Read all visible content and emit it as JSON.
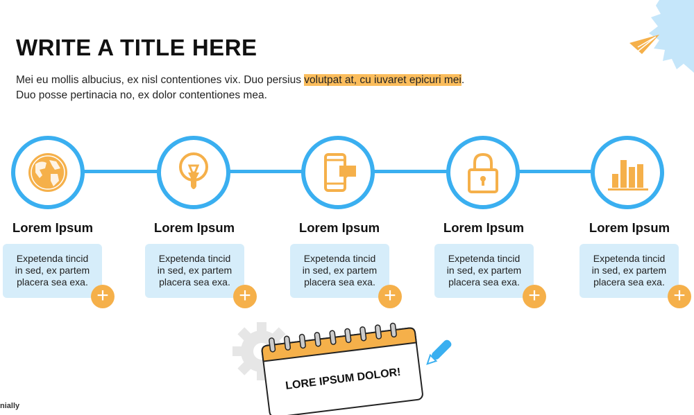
{
  "header": {
    "title": "WRITE A TITLE HERE",
    "intro_part1": "Mei eu mollis albucius, ex nisl contentiones vix. Duo persius ",
    "intro_highlight": "volutpat at, cu iuvaret epicuri mei",
    "intro_part2": ".",
    "intro_line2": "Duo posse pertinacia no, ex dolor contentiones mea."
  },
  "steps": [
    {
      "icon": "globe-icon",
      "title": "Lorem Ipsum",
      "l1": "Expetenda tincid",
      "l2": "in sed, ex partem",
      "l3": "placera sea exa.",
      "plus": "+"
    },
    {
      "icon": "lightbulb-icon",
      "title": "Lorem Ipsum",
      "l1": "Expetenda tincid",
      "l2": "in sed, ex partem",
      "l3": "placera sea exa.",
      "plus": "+"
    },
    {
      "icon": "phone-chat-icon",
      "title": "Lorem Ipsum",
      "l1": "Expetenda tincid",
      "l2": "in sed, ex partem",
      "l3": "placera sea exa.",
      "plus": "+"
    },
    {
      "icon": "padlock-icon",
      "title": "Lorem Ipsum",
      "l1": "Expetenda tincid",
      "l2": "in sed, ex partem",
      "l3": "placera sea exa.",
      "plus": "+"
    },
    {
      "icon": "bar-chart-icon",
      "title": "Lorem Ipsum",
      "l1": "Expetenda tincid",
      "l2": "in sed, ex partem",
      "l3": "placera sea exa.",
      "plus": "+"
    }
  ],
  "calendar": {
    "text": "LORE IPSUM DOLOR!"
  },
  "brand": "nially",
  "colors": {
    "accent_blue": "#3aaff0",
    "accent_orange": "#f5b04a",
    "box_bg": "#d6edfa"
  }
}
